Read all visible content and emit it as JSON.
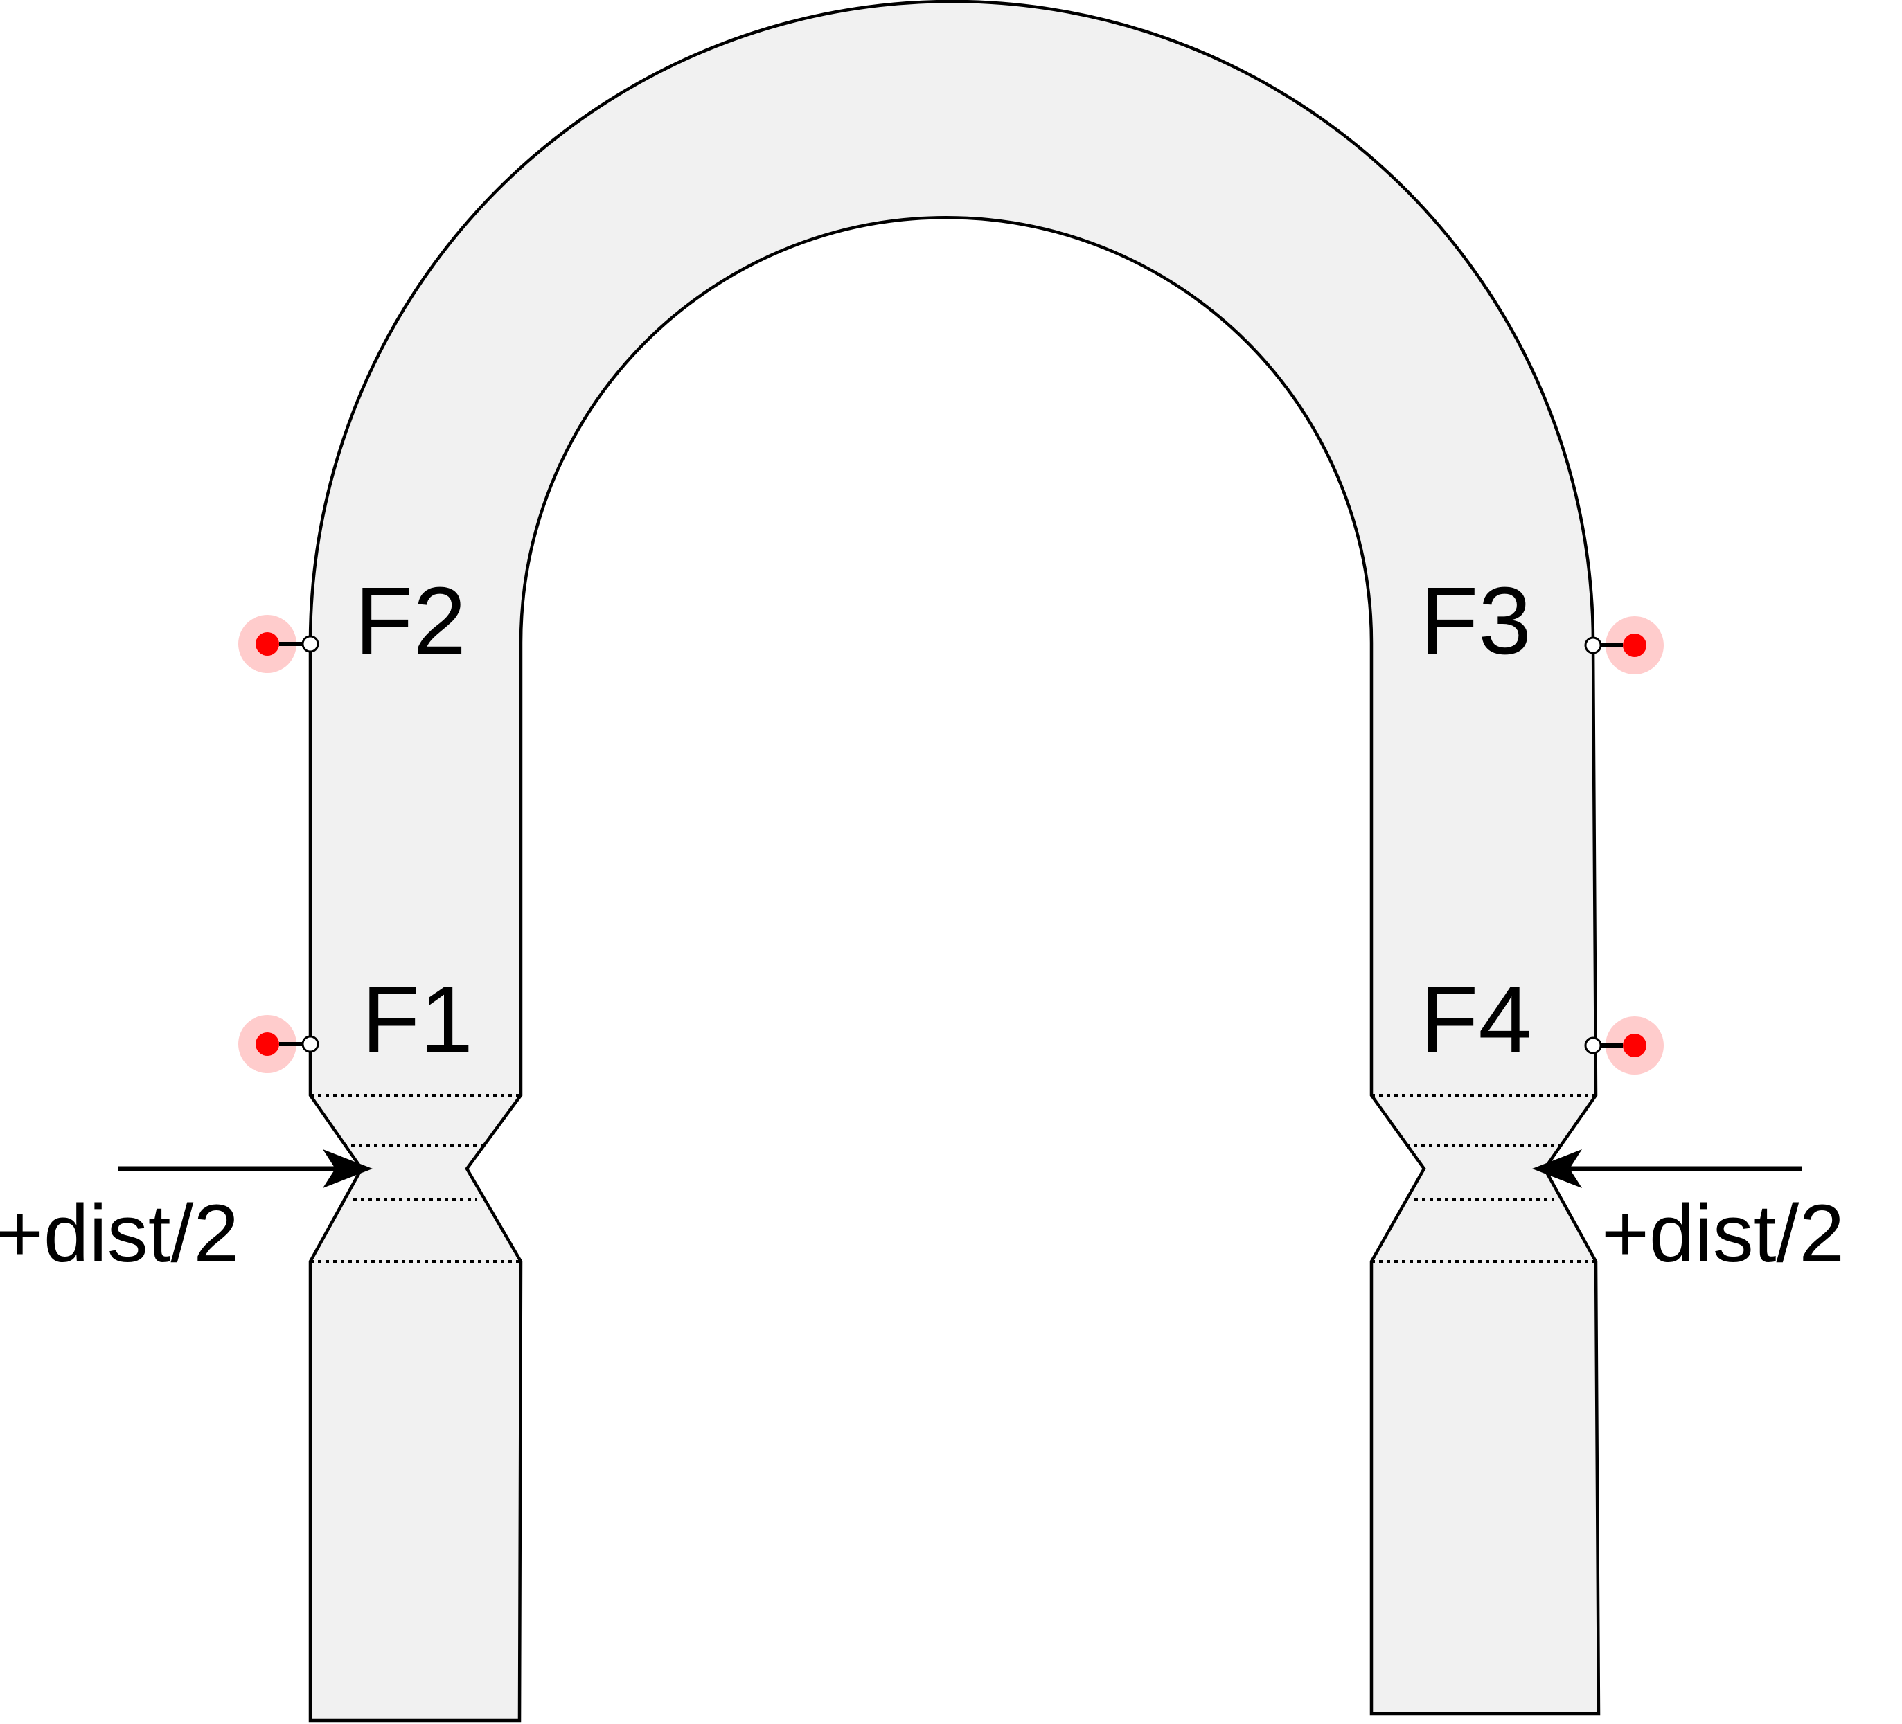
{
  "labels": {
    "f1": "F1",
    "f2": "F2",
    "f3": "F3",
    "f4": "F4",
    "dist_left": "+dist/2",
    "dist_right": "+dist/2"
  },
  "colors": {
    "shape_fill": "#f1f1f1",
    "outline": "#000000",
    "marker": "#ff0000",
    "marker_halo": "#ffcccc"
  }
}
